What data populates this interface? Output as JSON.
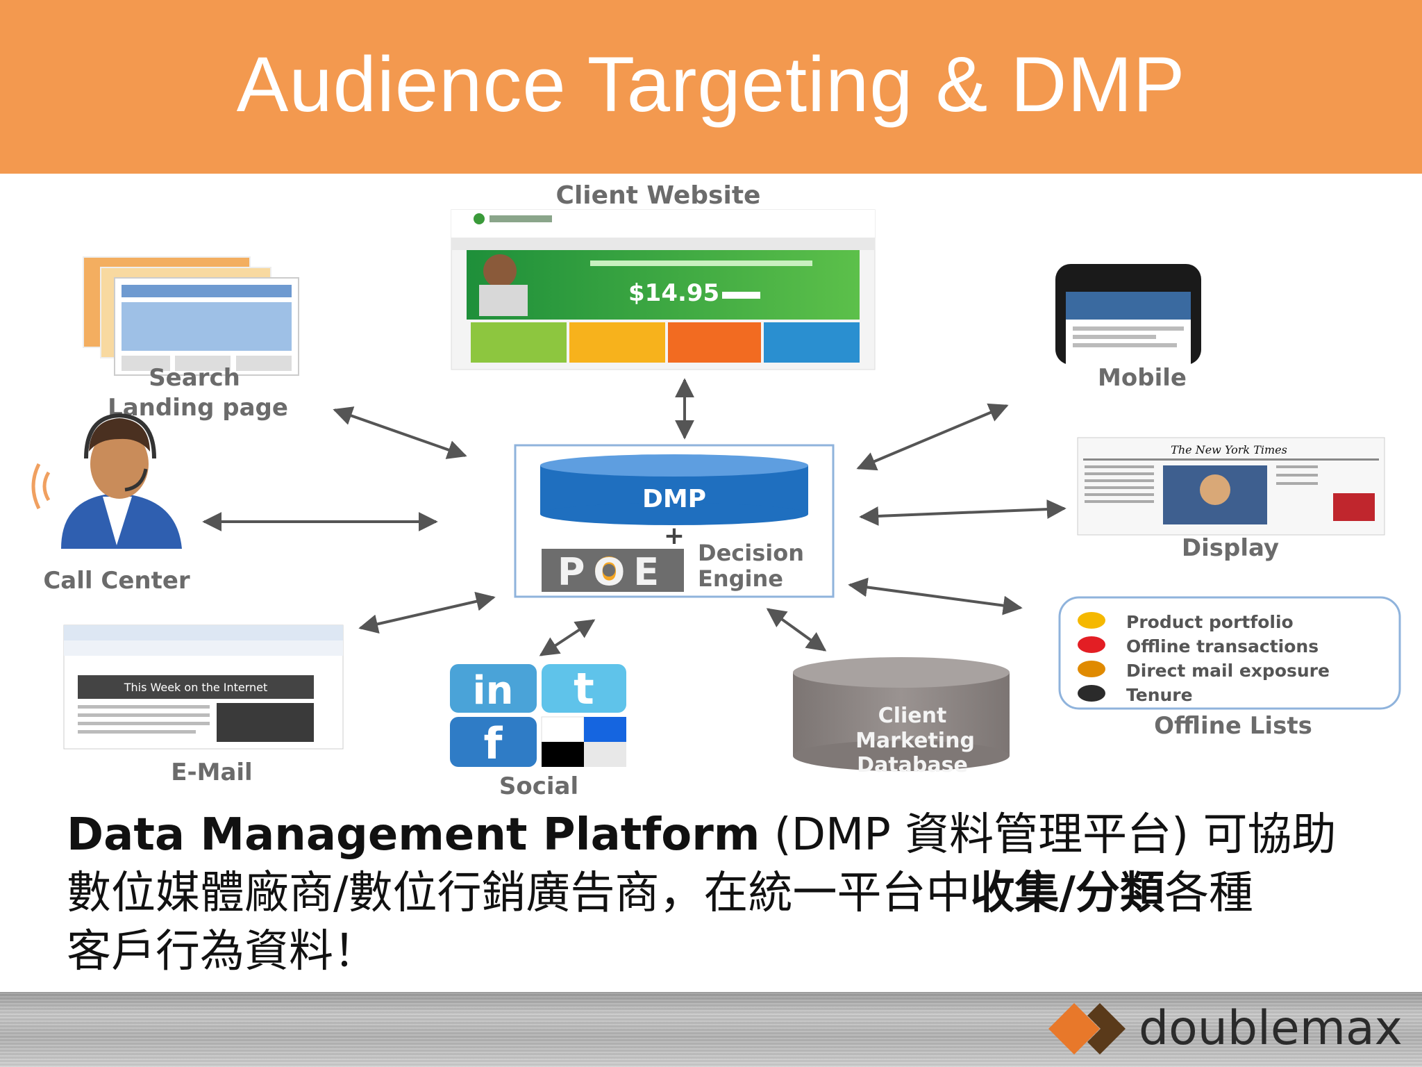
{
  "slide": {
    "title": "Audience Targeting & DMP"
  },
  "diagram": {
    "client_website": "Client Website",
    "website_price": "$14.95",
    "search": [
      "Search",
      "Landing page"
    ],
    "mobile": "Mobile",
    "call_center": "Call Center",
    "display": "Display",
    "display_masthead": "The New York Times",
    "email": "E-Mail",
    "email_newsletter": "This Week on the Internet",
    "social": "Social",
    "social_icons": [
      "in",
      "t",
      "f"
    ],
    "dmp": "DMP",
    "plus": "+",
    "poe": "POE",
    "decision_engine": [
      "Decision",
      "Engine"
    ],
    "client_db": [
      "Client",
      "Marketing",
      "Database"
    ],
    "offline_items": [
      "Product portfolio",
      "Offline transactions",
      "Direct mail exposure",
      "Tenure"
    ],
    "offline_title": "Offline Lists"
  },
  "caption": {
    "bold_lead": "Data Management Platform",
    "line1_rest": " (DMP 資料管理平台) 可協助",
    "line2_a": "數位媒體廠商/數位行銷廣告商，在統一平台中",
    "line2_bold": "收集/分類",
    "line2_b": "各種",
    "line3": "客戶行為資料！"
  },
  "footer": {
    "brand": "doublemax"
  },
  "colors": {
    "header": "#F3994F",
    "dmp_blue": "#1F6FBF",
    "arrow": "#555555",
    "label_gray": "#6b6b6b",
    "db_gray": "#8a8482",
    "offline_dots": [
      "#F5B800",
      "#E31E24",
      "#E08A00",
      "#2B2B2B"
    ]
  }
}
